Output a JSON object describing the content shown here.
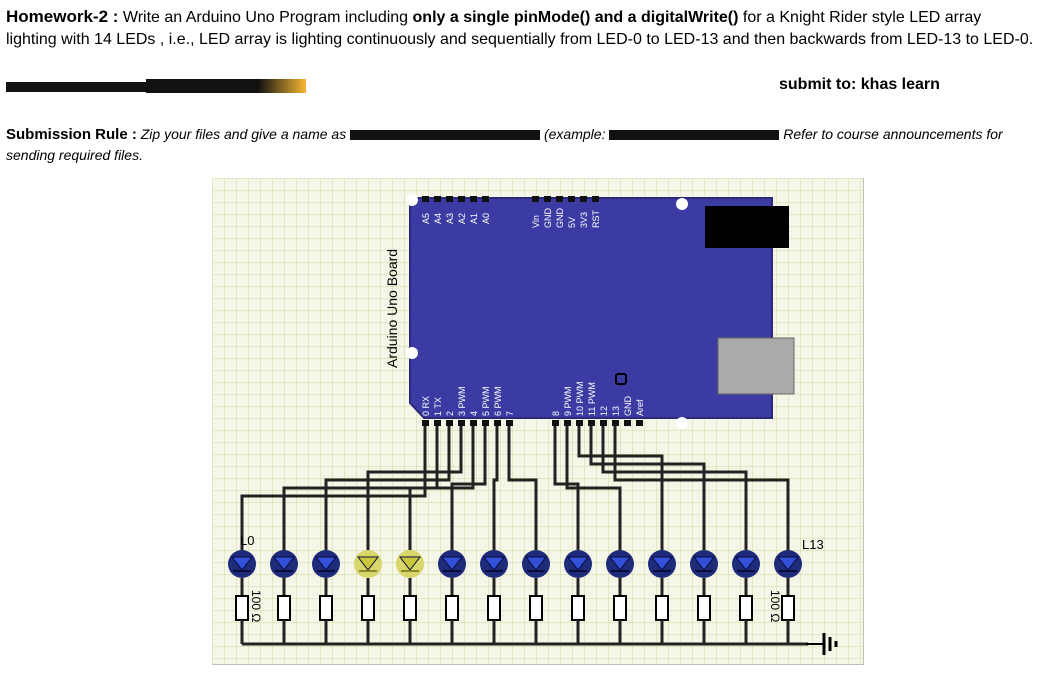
{
  "homework": {
    "heading": "Homework-2 :",
    "intro": "Write an Arduino Uno Program including",
    "bold_part": "only a single pinMode() and a digitalWrite()",
    "rest": "for a Knight Rider style LED array lighting with 14 LEDs , i.e., LED array is lighting continuously and sequentially from LED-0 to LED-13 and then backwards from LED-13 to LED-0."
  },
  "submit": "submit to: khas learn",
  "rule": {
    "label": "Submission Rule :",
    "part1": "Zip your files and give a name as",
    "part2": "(example:",
    "part3": "Refer to course announcements for sending required files."
  },
  "figure": {
    "board_label": "Arduino Uno Board",
    "analog_pins": [
      "A5",
      "A4",
      "A3",
      "A2",
      "A1",
      "A0"
    ],
    "power_pins": [
      "Vin",
      "GND",
      "GND",
      "5V",
      "3V3",
      "RST"
    ],
    "digital_pins_left": [
      "0 RX",
      "1 TX",
      "2",
      "3 PWM",
      "4",
      "5 PWM",
      "6 PWM",
      "7"
    ],
    "digital_pins_right": [
      "8",
      "9 PWM",
      "10 PWM",
      "11 PWM",
      "12",
      "13",
      "GND",
      "Aref"
    ],
    "led_first_label": "L0",
    "led_last_label": "L13",
    "resistor_label_left": "100 Ω",
    "resistor_label_right": "100 Ω",
    "led_count": 14,
    "lit_leds": [
      3,
      4
    ],
    "colors": {
      "board": "#3b3ba3",
      "led_off": "#1d2b7a",
      "led_on": "#d8d66a",
      "grid": "#c9d48f",
      "paper": "#f6f6e8"
    }
  }
}
